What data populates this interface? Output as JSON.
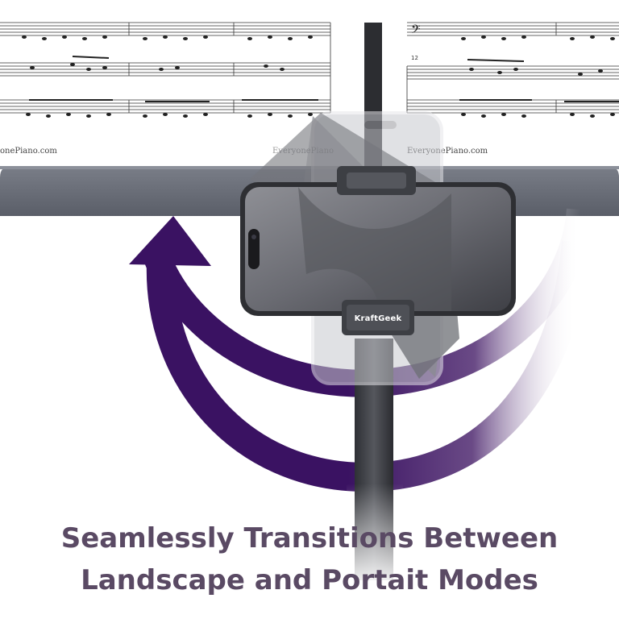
{
  "watermark_left": "onePiano.com",
  "watermark_right": "EveryonePiano.com",
  "watermark_ghost": "EveryonePiano",
  "brand_label": "KraftGeek",
  "measure_number": "12",
  "headline": {
    "line1": "Seamlessly Transitions Between",
    "line2": "Landscape and Portait Modes"
  },
  "colors": {
    "arrow": "#3a1262",
    "headline": "#5a4a64",
    "stand_shelf": "#5d616b",
    "holder": "#4a4c52"
  },
  "icons": {
    "rotation": "rotate-arrow-icon"
  }
}
